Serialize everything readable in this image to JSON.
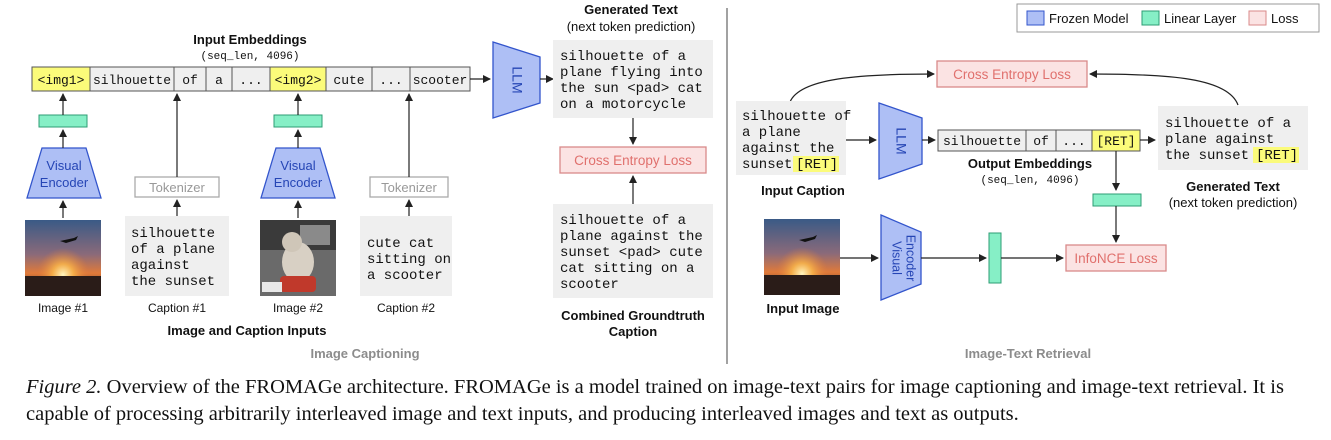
{
  "colors": {
    "frozen_fill": "#aebff5",
    "frozen_stroke": "#3355cc",
    "linear_fill": "#86efc6",
    "linear_stroke": "#2e9d74",
    "loss_fill": "#fbe3e3",
    "loss_stroke": "#d98a8a",
    "loss_text": "#e0706d",
    "token_highlight": "#fbfb7a",
    "gray_box": "#efefef",
    "tokenizer_stroke": "#aaaaaa"
  },
  "legend": {
    "frozen": "Frozen Model",
    "linear": "Linear Layer",
    "loss": "Loss"
  },
  "captioning": {
    "section_title": "Image Captioning",
    "input_embeddings_title": "Input Embeddings",
    "input_embeddings_shape": "(seq_len, 4096)",
    "tokens": [
      "<img1>",
      "silhouette",
      "of",
      "a",
      "...",
      "<img2>",
      "cute",
      "...",
      "scooter"
    ],
    "llm": "LLM",
    "encoder_1": [
      "Visual",
      "Encoder"
    ],
    "encoder_2": [
      "Visual",
      "Encoder"
    ],
    "tokenizer_1": "Tokenizer",
    "tokenizer_2": "Tokenizer",
    "caption_text_1": [
      "silhouette",
      "of a plane",
      "against",
      "the sunset"
    ],
    "caption_text_2": [
      "cute cat",
      "sitting on",
      "a scooter"
    ],
    "image_label_1": "Image #1",
    "caption_label_1": "Caption #1",
    "image_label_2": "Image #2",
    "caption_label_2": "Caption #2",
    "inputs_title": "Image and Caption Inputs",
    "generated_title": "Generated Text",
    "generated_subtitle": "(next token prediction)",
    "generated_text": [
      "silhouette of a",
      "plane flying into",
      "the sun <pad> cat",
      "on a motorcycle"
    ],
    "loss": "Cross Entropy Loss",
    "groundtruth_text": [
      "silhouette of a",
      "plane against the",
      "sunset <pad> cute",
      "cat sitting on a",
      "scooter"
    ],
    "groundtruth_title": [
      "Combined Groundtruth",
      "Caption"
    ]
  },
  "retrieval": {
    "section_title": "Image-Text Retrieval",
    "ce_loss": "Cross Entropy Loss",
    "input_caption_text": [
      "silhouette of",
      "a plane",
      "against the",
      "sunset"
    ],
    "ret_token": "[RET]",
    "input_caption_title": "Input Caption",
    "llm": "LLM",
    "output_tokens": [
      "silhouette",
      "of",
      "...",
      "[RET]"
    ],
    "output_embeddings_title": "Output Embeddings",
    "output_embeddings_shape": "(seq_len, 4096)",
    "generated_text": [
      "silhouette of a",
      "plane against",
      "the sunset"
    ],
    "generated_title": "Generated Text",
    "generated_subtitle": "(next token prediction)",
    "encoder": [
      "Visual",
      "Encoder"
    ],
    "info_loss": "InfoNCE Loss",
    "input_image_title": "Input Image"
  },
  "figure_caption": {
    "label": "Figure 2.",
    "text": " Overview of the FROMAGe architecture. FROMAGe is a model trained on image-text pairs for image captioning and image-text retrieval. It is capable of processing arbitrarily interleaved image and text inputs, and producing interleaved images and text as outputs."
  }
}
